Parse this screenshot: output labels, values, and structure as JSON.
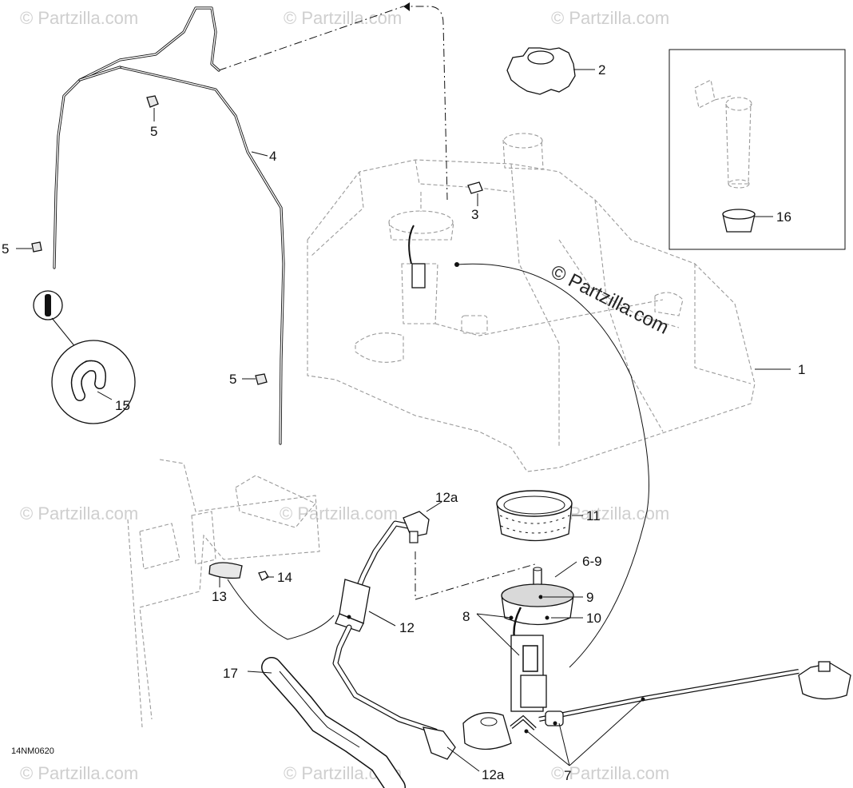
{
  "diagram_code": "14NM0620",
  "watermark": "© Partzilla.com",
  "callouts": {
    "c1": "1",
    "c2": "2",
    "c3": "3",
    "c4": "4",
    "c5a": "5",
    "c5b": "5",
    "c5c": "5",
    "c6_9": "6-9",
    "c7": "7",
    "c8": "8",
    "c9": "9",
    "c10": "10",
    "c11": "11",
    "c12": "12",
    "c12a_top": "12a",
    "c12a_bottom": "12a",
    "c13": "13",
    "c14": "14",
    "c15": "15",
    "c16": "16",
    "c17": "17"
  }
}
